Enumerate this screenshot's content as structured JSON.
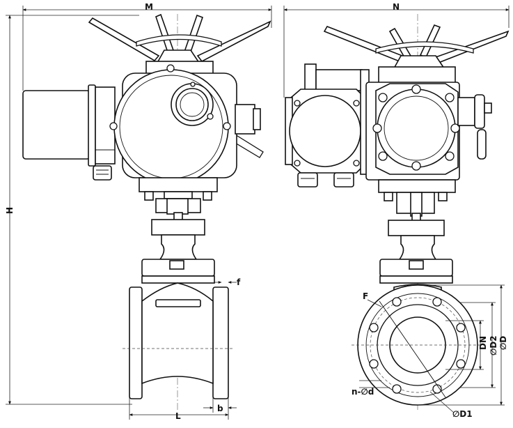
{
  "labels": {
    "m": "M",
    "n": "N",
    "h": "H",
    "f_top": "f",
    "l": "L",
    "b": "b",
    "f_flange": "F",
    "dn": "DN",
    "d2": "∅D2",
    "d": "∅D",
    "nd": "n-∅d",
    "d1": "∅D1"
  }
}
